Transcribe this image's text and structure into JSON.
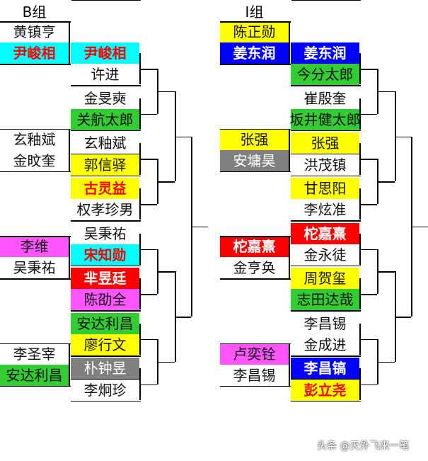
{
  "colors": {
    "cyan": "#00ffff",
    "yellow": "#ffff00",
    "green": "#33cc33",
    "blue": "#0000ff",
    "red": "#ff0000",
    "magenta": "#ff55ff",
    "gray": "#808080",
    "white": "#ffffff",
    "line": "#000000"
  },
  "groups": {
    "b": {
      "title": "B组",
      "first_round": [
        {
          "name": "黄镇亨",
          "fill": "white",
          "text": "dark"
        },
        {
          "name": "尹峻相",
          "fill": "cyan",
          "text": "red",
          "bold": true
        },
        {
          "name": "玄釉斌",
          "fill": "white",
          "text": "dark"
        },
        {
          "name": "金旼奎",
          "fill": "white",
          "text": "dark"
        },
        {
          "name": "李维",
          "fill": "magenta",
          "text": "dark"
        },
        {
          "name": "吴秉祐",
          "fill": "white",
          "text": "dark"
        },
        {
          "name": "李圣宰",
          "fill": "white",
          "text": "dark"
        },
        {
          "name": "安达利昌",
          "fill": "green",
          "text": "dark"
        }
      ],
      "second_round": [
        {
          "name": "尹峻相",
          "fill": "cyan",
          "text": "red",
          "bold": true
        },
        {
          "name": "许进",
          "fill": "white",
          "text": "dark"
        },
        {
          "name": "金旻奭",
          "fill": "white",
          "text": "dark"
        },
        {
          "name": "关航太郎",
          "fill": "green",
          "text": "dark"
        },
        {
          "name": "玄釉斌",
          "fill": "white",
          "text": "dark"
        },
        {
          "name": "郭信驿",
          "fill": "yellow",
          "text": "dark"
        },
        {
          "name": "古灵益",
          "fill": "yellow",
          "text": "red",
          "bold": true
        },
        {
          "name": "权孝珍男",
          "fill": "white",
          "text": "dark"
        },
        {
          "name": "吴秉祐",
          "fill": "white",
          "text": "dark"
        },
        {
          "name": "宋知勋",
          "fill": "cyan",
          "text": "red",
          "bold": true
        },
        {
          "name": "芈昱廷",
          "fill": "red",
          "text": "light",
          "bold": true
        },
        {
          "name": "陈劭全",
          "fill": "magenta",
          "text": "dark"
        },
        {
          "name": "安达利昌",
          "fill": "green",
          "text": "dark"
        },
        {
          "name": "廖行文",
          "fill": "yellow",
          "text": "dark"
        },
        {
          "name": "朴钟昱",
          "fill": "gray",
          "text": "light"
        },
        {
          "name": "李炯珍",
          "fill": "white",
          "text": "dark"
        }
      ]
    },
    "i": {
      "title": "I组",
      "first_round": [
        {
          "name": "陈正勋",
          "fill": "yellow",
          "text": "dark"
        },
        {
          "name": "姜东润",
          "fill": "blue",
          "text": "light",
          "bold": true
        },
        {
          "name": "张强",
          "fill": "yellow",
          "text": "dark"
        },
        {
          "name": "安墉昊",
          "fill": "gray",
          "text": "light"
        },
        {
          "name": "柁嘉熹",
          "fill": "red",
          "text": "light",
          "bold": true
        },
        {
          "name": "金亨奂",
          "fill": "white",
          "text": "dark"
        },
        {
          "name": "卢奕铨",
          "fill": "magenta",
          "text": "dark"
        },
        {
          "name": "李昌锡",
          "fill": "white",
          "text": "dark"
        }
      ],
      "second_round": [
        {
          "name": "姜东润",
          "fill": "blue",
          "text": "light",
          "bold": true
        },
        {
          "name": "今分太郎",
          "fill": "green",
          "text": "dark"
        },
        {
          "name": "崔殷奎",
          "fill": "white",
          "text": "dark"
        },
        {
          "name": "坂井健太郎",
          "fill": "green",
          "text": "dark"
        },
        {
          "name": "张强",
          "fill": "yellow",
          "text": "dark"
        },
        {
          "name": "洪茂镇",
          "fill": "white",
          "text": "dark"
        },
        {
          "name": "甘思阳",
          "fill": "yellow",
          "text": "dark"
        },
        {
          "name": "李炫准",
          "fill": "white",
          "text": "dark"
        },
        {
          "name": "柁嘉熹",
          "fill": "red",
          "text": "light",
          "bold": true
        },
        {
          "name": "金永徒",
          "fill": "white",
          "text": "dark"
        },
        {
          "name": "周贺玺",
          "fill": "yellow",
          "text": "dark"
        },
        {
          "name": "志田达哉",
          "fill": "green",
          "text": "dark"
        },
        {
          "name": "李昌锡",
          "fill": "white",
          "text": "dark"
        },
        {
          "name": "金成进",
          "fill": "white",
          "text": "dark"
        },
        {
          "name": "李昌镐",
          "fill": "blue",
          "text": "light",
          "bold": true
        },
        {
          "name": "彭立尧",
          "fill": "yellow",
          "text": "red",
          "bold": true
        }
      ]
    }
  },
  "watermark": "头条 @天外飞来一笔"
}
